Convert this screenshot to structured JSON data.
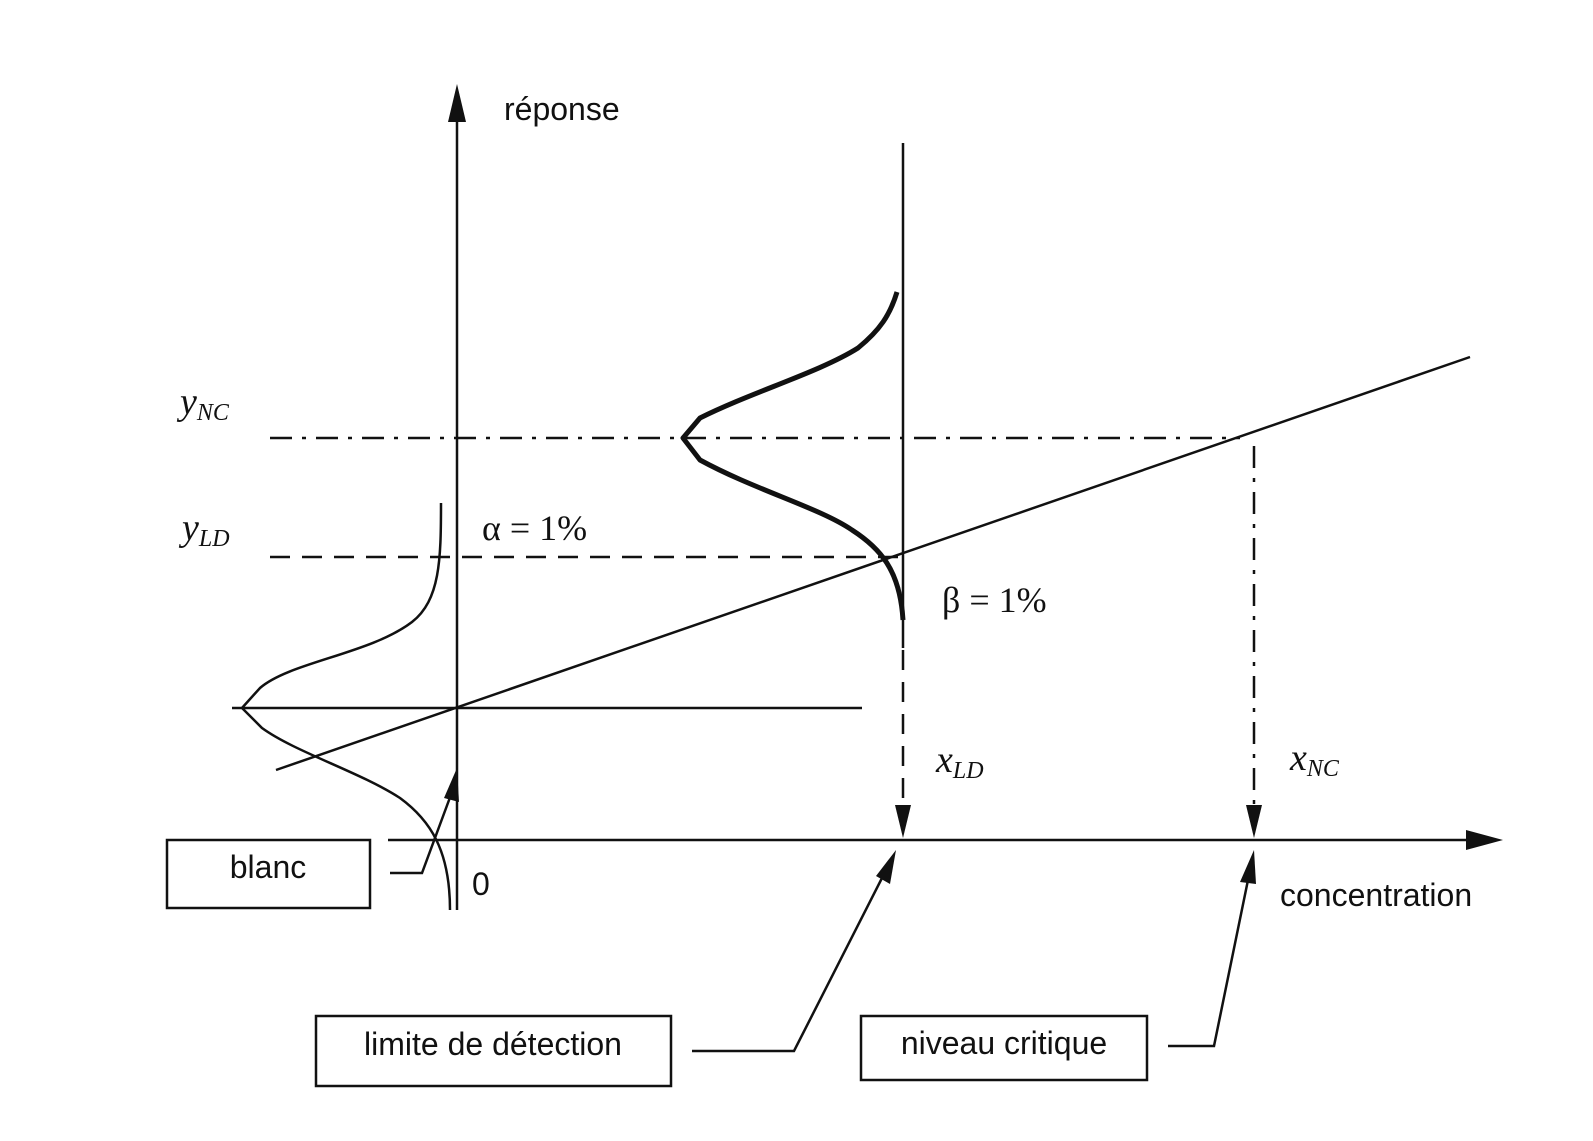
{
  "axes": {
    "y_label": "réponse",
    "x_label": "concentration",
    "origin": "0"
  },
  "levels": {
    "y_nc": {
      "main": "y",
      "sub": "NC"
    },
    "y_ld": {
      "main": "y",
      "sub": "LD"
    },
    "x_ld": {
      "main": "x",
      "sub": "LD"
    },
    "x_nc": {
      "main": "x",
      "sub": "NC"
    }
  },
  "risks": {
    "alpha": "α = 1%",
    "beta": "β = 1%"
  },
  "boxes": {
    "blank": "blanc",
    "detection_limit": "limite de détection",
    "critical_level": "niveau critique"
  }
}
